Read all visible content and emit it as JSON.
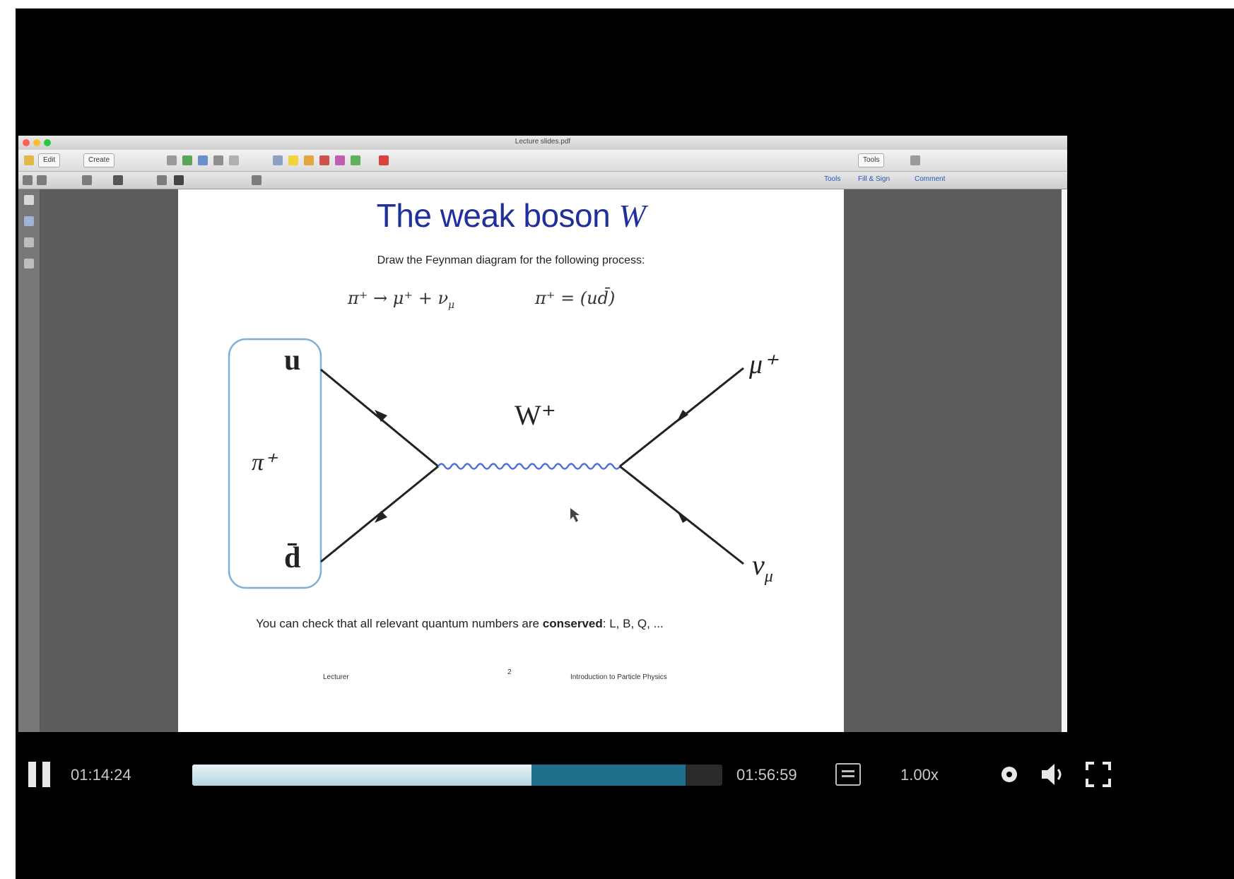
{
  "viewer": {
    "window_title": "Lecture slides.pdf",
    "toolbar_buttons": [
      "Edit",
      "Create"
    ],
    "toolbar_right_label": "Tools",
    "toolbar2_links": [
      "Tools",
      "Fill & Sign",
      "Comment"
    ]
  },
  "slide": {
    "title_main": "The weak boson ",
    "title_var": "W",
    "instruction": "Draw the Feynman diagram for the following process:",
    "equation_left": "π⁺ → μ⁺ + ν",
    "equation_left_sub": "μ",
    "equation_right": "π⁺ = (ud̄)",
    "conservation_prefix": "You can check that all relevant quantum numbers are ",
    "conservation_bold": "conserved",
    "conservation_suffix": ": L, B, Q, ...",
    "footer_left": "Lecturer",
    "footer_center": "2",
    "footer_right": "Introduction to Particle Physics"
  },
  "diagram": {
    "quark_top": "u",
    "quark_bottom": "d̄",
    "meson_label": "π⁺",
    "boson_label": "W⁺",
    "lepton_top": "μ⁺",
    "lepton_bottom": "ν",
    "lepton_bottom_sub": "μ",
    "box_color": "#7fb0d8",
    "boson_color": "#4a6fd8"
  },
  "player": {
    "current_time": "01:14:24",
    "total_time": "01:56:59",
    "progress_played": 0.64,
    "progress_buffered": 0.93,
    "speed": "1.00x",
    "accent_color": "#1f6f8b"
  }
}
